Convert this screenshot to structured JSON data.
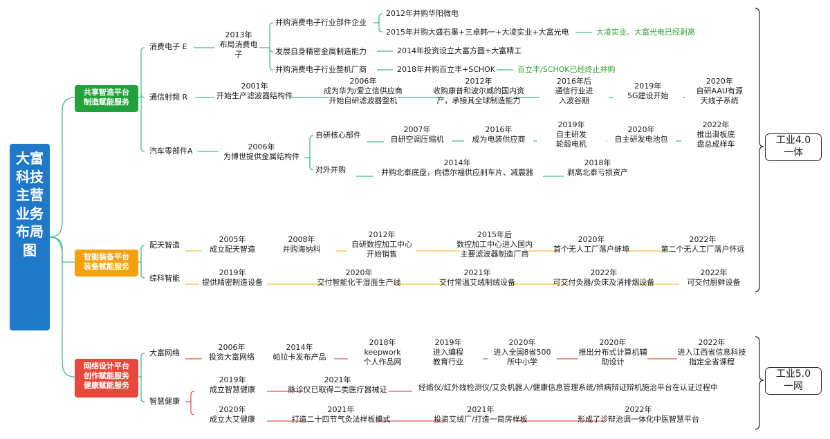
{
  "root": {
    "title": "大富科技主营业务布局图"
  },
  "colors": {
    "root": "#1f78c8",
    "green": "#22a03a",
    "orange": "#f5a00f",
    "red": "#e8473a",
    "note": "#2e9e2e",
    "line_green": "#3fb89d",
    "line_yellow": "#f2c230",
    "line_red": "#e05555"
  },
  "categories": [
    {
      "lines": [
        "共享智造平台",
        "制造赋能服务"
      ]
    },
    {
      "lines": [
        "智能装备平台",
        "装备赋能服务"
      ]
    },
    {
      "lines": [
        "网络设计平台",
        "创作赋能服务",
        "健康赋能服务"
      ]
    }
  ],
  "industry": [
    {
      "lines": [
        "工业4.0",
        "一体"
      ]
    },
    {
      "lines": [
        "工业5.0",
        "一网"
      ]
    }
  ],
  "sections": {
    "consumer": {
      "label": "消费电子 E",
      "hub": [
        "2013年",
        "布局消费电",
        "子"
      ],
      "sub1": {
        "label": "并购消费电子行业部件企业",
        "items": [
          "2012年并购华阳微电",
          "2015年并购大盛石墨+三卓韩一+大凌实业+大富光电"
        ],
        "note": "大凌实业、大富光电已经剥离"
      },
      "sub2": {
        "label": "发展自身精密金属制造能力",
        "item": "2014年投资设立大富方圆+大富精工"
      },
      "sub3": {
        "label": "并购消费电子行业整机厂商",
        "item": "2018年并购百立丰+SCHOK",
        "note": "百立丰/SCHOK已经终止并购"
      }
    },
    "telecom": {
      "label": "通信射频 R",
      "events": [
        [
          "2001年",
          "开始生产滤波器结构件"
        ],
        [
          "2006年",
          "成为华为/爱立信供应商",
          "开始自研滤波器整机"
        ],
        [
          "2012年",
          "收购康普和波尔威的国内资",
          "产，承接其全球制造能力"
        ],
        [
          "2016年后",
          "通信行业进",
          "入波谷期"
        ],
        [
          "2019年",
          "5G建设开始"
        ],
        [
          "2020年",
          "自研AAU有源",
          "天线子系统"
        ]
      ]
    },
    "auto": {
      "label": "汽车零部件A",
      "hub": [
        "2006年",
        "为博世提供金属结构件"
      ],
      "core": {
        "label": "自研核心部件",
        "events": [
          [
            "2007年",
            "自研空调压缩机"
          ],
          [
            "2016年",
            "成为电装供应商"
          ],
          [
            "2019年",
            "自主研发",
            "轮毂电机"
          ],
          [
            "2020年",
            "自主研发电池包"
          ],
          [
            "2022年",
            "推出滑板底",
            "盘总成样车"
          ]
        ]
      },
      "ext": {
        "label": "对外并购",
        "events": [
          [
            "2014年",
            "并购北泰底盘，向德尔福供应刹车片、减震器"
          ],
          [
            "2018年",
            "剥离北泰亏损资产"
          ]
        ]
      }
    },
    "peitian": {
      "label": "配天智造",
      "events": [
        [
          "2005年",
          "成立配天智造"
        ],
        [
          "2008年",
          "并购海纳科"
        ],
        [
          "2012年",
          "自研数控加工中心",
          "开始销售"
        ],
        [
          "2015年后",
          "数控加工中心进入国内",
          "主要滤波器制造厂商"
        ],
        [
          "2020年",
          "首个无人工厂落户蚌埠"
        ],
        [
          "2022年",
          "第二个无人工厂落户怀远"
        ]
      ]
    },
    "zongke": {
      "label": "综科智能",
      "events": [
        [
          "2019年",
          "提供精密制造设备"
        ],
        [
          "2020年",
          "交付智能化干湿面生产线"
        ],
        [
          "2021年",
          "交付常温艾绒制绒设备"
        ],
        [
          "2022年",
          "可交付灸器/灸床及消排烟设备"
        ],
        [
          "2022年",
          "可交付厨鲜设备"
        ]
      ]
    },
    "network": {
      "label": "大富网络",
      "events": [
        [
          "2006年",
          "投资大富网络"
        ],
        [
          "2014年",
          "帕拉卡发布产品"
        ],
        [
          "2018年",
          "keepwork",
          "个人作品网"
        ],
        [
          "2019年",
          "进入编程",
          "教育行业"
        ],
        [
          "2020年",
          "进入全国8省500",
          "所中小学"
        ],
        [
          "2020年",
          "推出分布式计算机辅",
          "助设计"
        ],
        [
          "2022年",
          "进入江西省信息科技",
          "指定全省课程"
        ]
      ]
    },
    "health": {
      "label": "智慧健康",
      "row1": [
        [
          "2019年",
          "成立智慧健康"
        ],
        [
          "2021年",
          "脉诊仪已取得二类医疗器械证"
        ],
        [
          "经络仪/红外线检测仪/艾灸机器人/健康信息管理系统/辨病辩证辩机施治平台在认证过程中"
        ]
      ],
      "row2": [
        [
          "2020年",
          "成立大艾健康"
        ],
        [
          "2021年",
          "打造二十四节气灸法样板模式"
        ],
        [
          "2021年",
          "投资艾绒厂/打造一简房样板"
        ],
        [
          "2022年",
          "形成了诊辩治调一体化中医智慧平台"
        ]
      ]
    }
  }
}
